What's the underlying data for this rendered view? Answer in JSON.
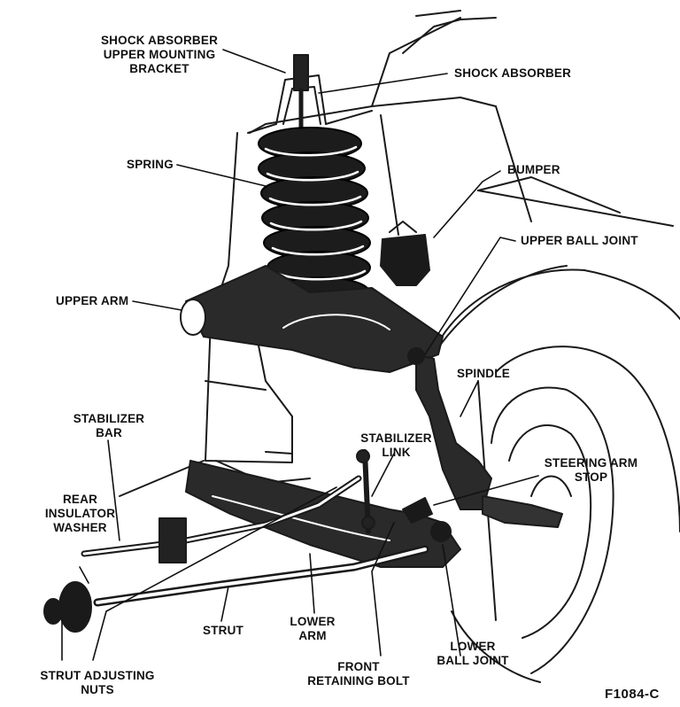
{
  "figure_code": "F1084-C",
  "labels": {
    "shock_bracket": "SHOCK ABSORBER\nUPPER MOUNTING\nBRACKET",
    "shock_absorber": "SHOCK ABSORBER",
    "spring": "SPRING",
    "bumper": "BUMPER",
    "upper_ball_joint": "UPPER BALL JOINT",
    "upper_arm": "UPPER ARM",
    "spindle": "SPINDLE",
    "stabilizer_bar": "STABILIZER\nBAR",
    "stabilizer_link": "STABILIZER\nLINK",
    "steering_arm_stop": "STEERING ARM\nSTOP",
    "rear_insulator_washer": "REAR\nINSULATOR\nWASHER",
    "strut": "STRUT",
    "lower_arm": "LOWER\nARM",
    "lower_ball_joint": "LOWER\nBALL JOINT",
    "front_retaining_bolt": "FRONT\nRETAINING BOLT",
    "strut_adjusting_nuts": "STRUT ADJUSTING\nNUTS"
  }
}
